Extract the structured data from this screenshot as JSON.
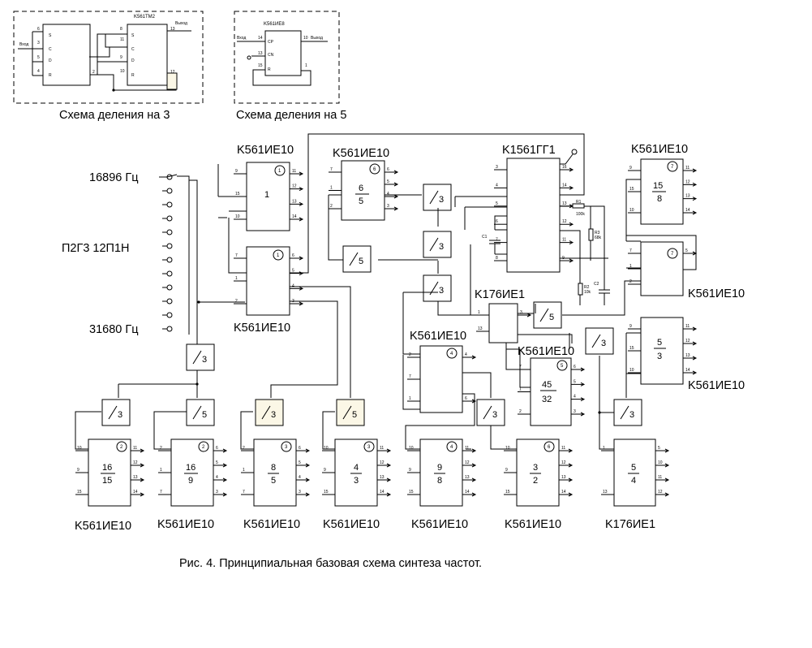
{
  "inset_left": {
    "chip": "K561ТМ2",
    "input": "Вход",
    "output": "Выход",
    "pins_ff1": [
      "6",
      "3",
      "5",
      "4"
    ],
    "pins_ff1_names": [
      "S",
      "C",
      "D",
      "R"
    ],
    "pins_ff2": [
      "8",
      "11",
      "9",
      "10"
    ],
    "pins_ff2_names": [
      "S",
      "C",
      "D",
      "R"
    ],
    "pin_q1": "2",
    "pin_q2_out": "13",
    "pin_q2_bar": "12",
    "caption": "Схема деления на 3"
  },
  "inset_right": {
    "chip": "K561ИЕ8",
    "input": "Вход",
    "output": "Выход",
    "pins_left": [
      "14",
      "13",
      "15"
    ],
    "pins_left_names": [
      "CP",
      "CN",
      "R"
    ],
    "pin_out": "10",
    "pin_fb": "1",
    "caption": "Схема деления на 5"
  },
  "freq_top": "16896 Гц",
  "switch_label": "П2Г3 12П1Н",
  "freq_bottom": "31680 Гц",
  "chips": {
    "a1": {
      "name": "K561ИЕ10",
      "num": "1",
      "ratio_top": "1",
      "pins_l": [
        "9",
        "15",
        "10"
      ],
      "pins_r": [
        "11",
        "12",
        "13",
        "14"
      ]
    },
    "a6": {
      "name": "K561ИЕ10",
      "num": "6",
      "ratio_top": "6",
      "ratio_bot": "5",
      "pins_l": [
        "7",
        "1",
        "2"
      ],
      "pins_r": [
        "6",
        "5",
        "4",
        "3"
      ]
    },
    "gen": {
      "name": "K1561ГГ1",
      "pins_l": [
        "3",
        "4",
        "5",
        "6",
        "7",
        "8"
      ],
      "pins_r": [
        "16",
        "14",
        "13",
        "12",
        "11",
        "9"
      ]
    },
    "a7": {
      "name": "K561ИЕ10",
      "num": "7",
      "ratio_top": "15",
      "ratio_bot": "8",
      "pins_l": [
        "9",
        "15",
        "10"
      ],
      "pins_r": [
        "11",
        "12",
        "13",
        "14"
      ]
    },
    "b1": {
      "name": "K561ИЕ10",
      "num": "1",
      "pins_l": [
        "7",
        "1",
        "2"
      ],
      "pins_r": [
        "6",
        "5",
        "4",
        "3"
      ]
    },
    "b7": {
      "name": "K561ИЕ10",
      "num": "7",
      "pins_l": [
        "7",
        "1",
        "2"
      ],
      "pins_r": [
        "5"
      ]
    },
    "k176": {
      "name": "K176ИЕ1",
      "pins_l": [
        "1",
        "13"
      ],
      "pins_r": [
        "3"
      ]
    },
    "c53": {
      "name": "K561ИЕ10",
      "ratio_top": "5",
      "ratio_bot": "3",
      "pins_l": [
        "9",
        "15",
        "10"
      ],
      "pins_r": [
        "11",
        "12",
        "13",
        "14"
      ]
    },
    "c4": {
      "name": "K561ИЕ10",
      "num": "4",
      "pins_l": [
        "2",
        "7",
        "1"
      ],
      "pins_r": [
        "4",
        "6"
      ]
    },
    "c5": {
      "name": "K561ИЕ10",
      "num": "5",
      "ratio_top": "45",
      "ratio_bot": "32",
      "pins_l": [
        "7",
        "1",
        "2"
      ],
      "pins_r": [
        "6",
        "5",
        "4",
        "3"
      ]
    },
    "d1": {
      "name": "K561ИЕ10",
      "num": "2",
      "ratio_top": "16",
      "ratio_bot": "15",
      "pins_l": [
        "10",
        "9",
        "15"
      ],
      "pins_r": [
        "11",
        "12",
        "13",
        "14"
      ]
    },
    "d2": {
      "name": "K561ИЕ10",
      "num": "2",
      "ratio_top": "16",
      "ratio_bot": "9",
      "pins_l": [
        "2",
        "1",
        "7"
      ],
      "pins_r": [
        "6",
        "5",
        "4",
        "3"
      ]
    },
    "d3": {
      "name": "K561ИЕ10",
      "num": "3",
      "ratio_top": "8",
      "ratio_bot": "5",
      "pins_l": [
        "2",
        "1",
        "7"
      ],
      "pins_r": [
        "6",
        "5",
        "4",
        "3"
      ]
    },
    "d4": {
      "name": "K561ИЕ10",
      "num": "3",
      "ratio_top": "4",
      "ratio_bot": "3",
      "pins_l": [
        "10",
        "9",
        "15"
      ],
      "pins_r": [
        "11",
        "12",
        "13",
        "14"
      ]
    },
    "d5": {
      "name": "K561ИЕ10",
      "num": "4",
      "ratio_top": "9",
      "ratio_bot": "8",
      "pins_l": [
        "10",
        "9",
        "15"
      ],
      "pins_r": [
        "11",
        "12",
        "13",
        "14"
      ]
    },
    "d6": {
      "name": "K561ИЕ10",
      "num": "6",
      "ratio_top": "3",
      "ratio_bot": "2",
      "pins_l": [
        "10",
        "9",
        "15"
      ],
      "pins_r": [
        "11",
        "12",
        "13",
        "14"
      ]
    },
    "d7": {
      "name": "K176ИЕ1",
      "ratio_top": "5",
      "ratio_bot": "4",
      "pins_l": [
        "1",
        "13"
      ],
      "pins_r": [
        "5",
        "10",
        "11",
        "12"
      ]
    }
  },
  "dividers": [
    "3",
    "3",
    "5",
    "3",
    "5",
    "3",
    "3",
    "3",
    "5",
    "3",
    "5",
    "3",
    "3",
    "3"
  ],
  "components": {
    "r1": "R1",
    "r1v": "100k",
    "r2": "R2",
    "r2v": "10k",
    "r3": "R3",
    "r3v": "68k",
    "c1": "C1",
    "c2": "C2"
  },
  "caption": "Рис. 4. Принципиальная базовая схема синтеза частот."
}
